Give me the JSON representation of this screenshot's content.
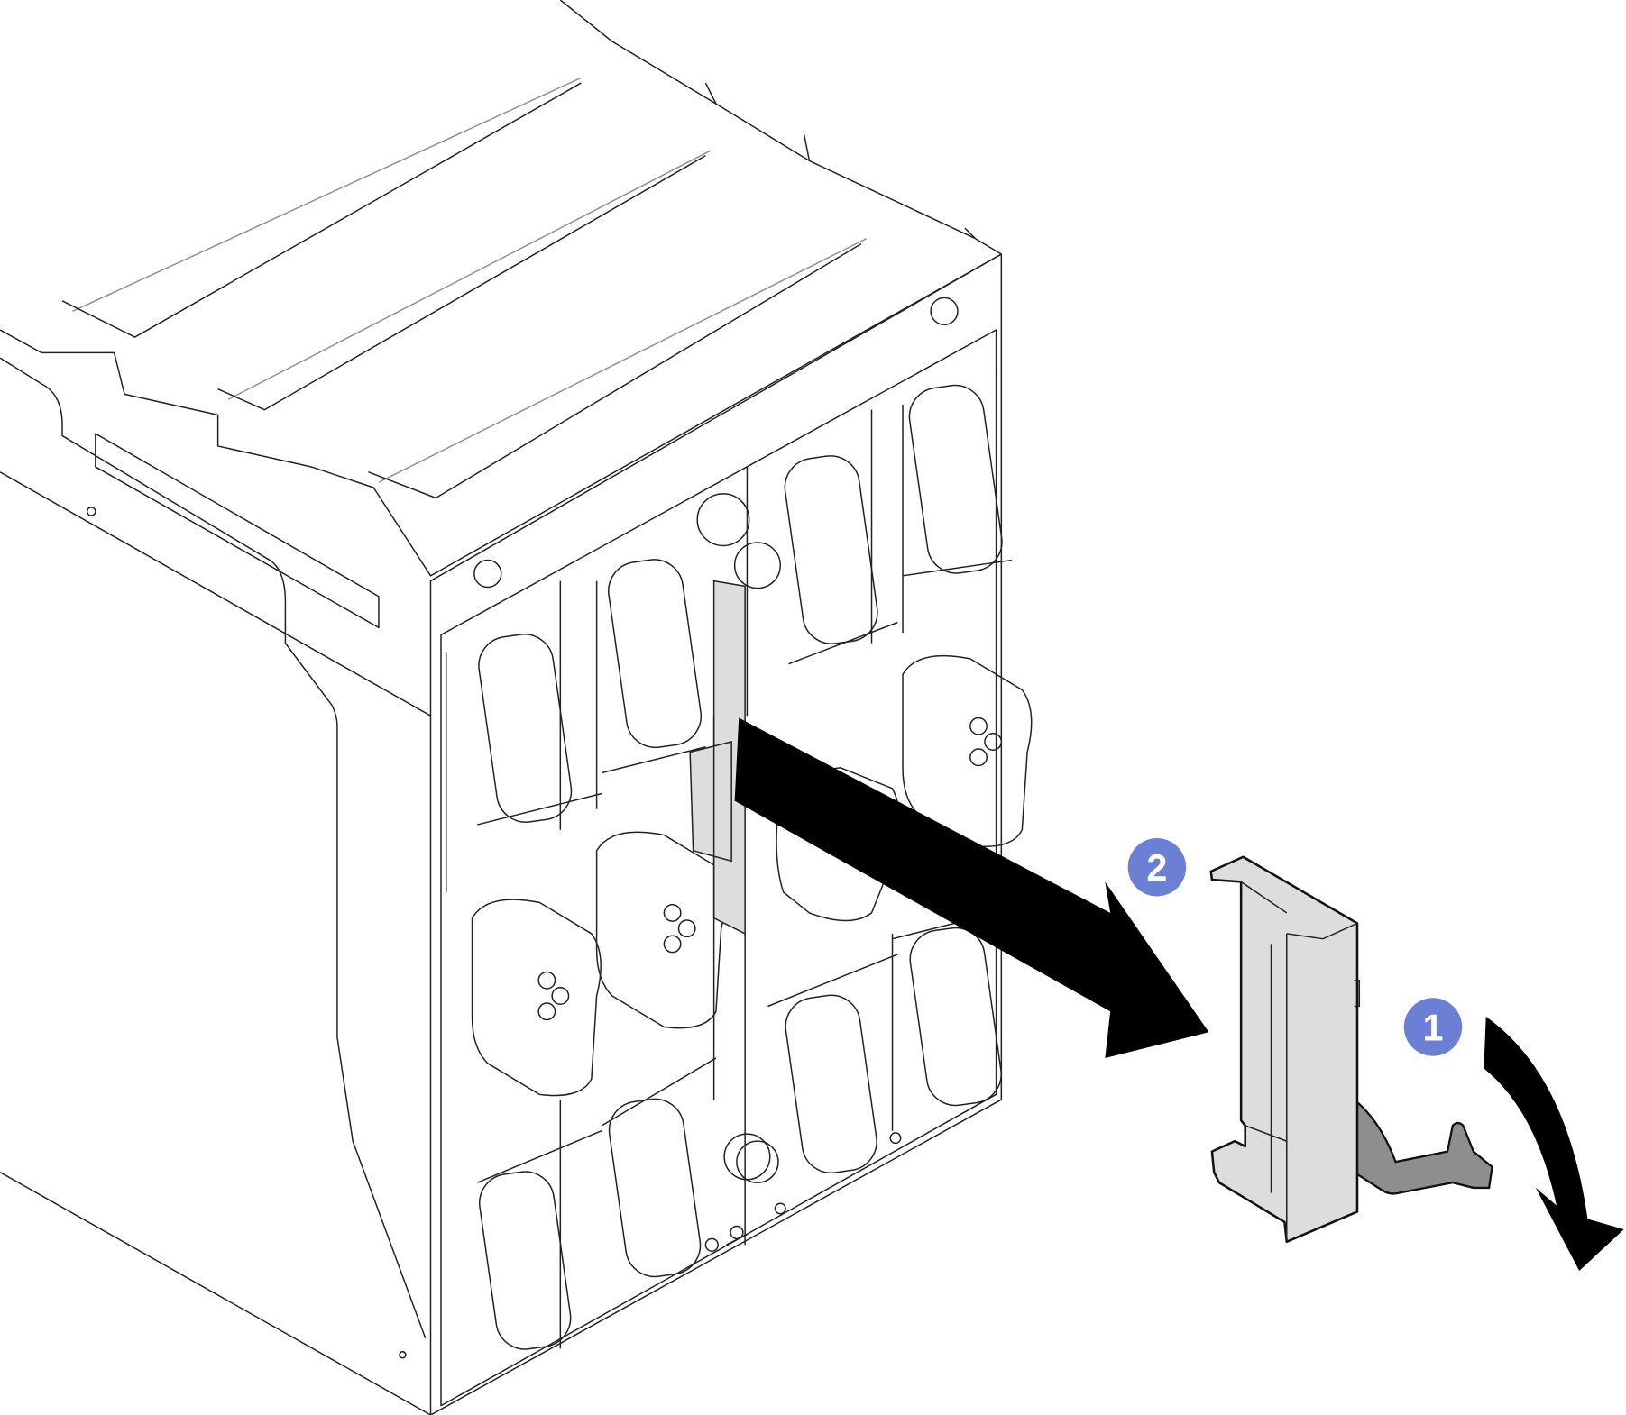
{
  "figure": {
    "description_callouts": [
      {
        "number": "1",
        "action": "rotate-latch"
      },
      {
        "number": "2",
        "action": "slide-out-filler"
      }
    ],
    "colors": {
      "callout": "#6b80d4",
      "filler": "#dcdedd",
      "latch": "#8e8e8e",
      "arrow": "#000000",
      "bay_marker": "#c9c9c9"
    }
  }
}
